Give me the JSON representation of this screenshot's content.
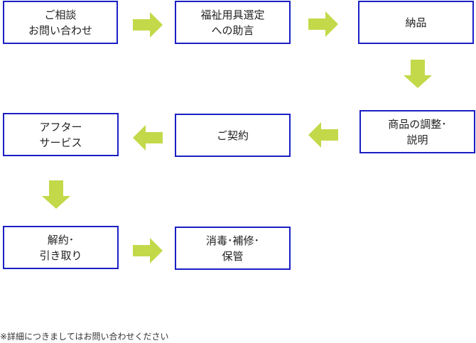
{
  "colors": {
    "box_border": "#1a1fc4",
    "arrow": "#c3d94a",
    "text": "#222222"
  },
  "steps": [
    {
      "label": "ご相談\nお問い合わせ"
    },
    {
      "label": "福祉用具選定\nへの助言"
    },
    {
      "label": "納品"
    },
    {
      "label": "商品の調整･\n説明"
    },
    {
      "label": "ご契約"
    },
    {
      "label": "アフター\nサービス"
    },
    {
      "label": "解約･\n引き取り"
    },
    {
      "label": "消毒･補修･\n保管"
    }
  ],
  "footnote": "※詳細につきましてはお問い合わせください"
}
